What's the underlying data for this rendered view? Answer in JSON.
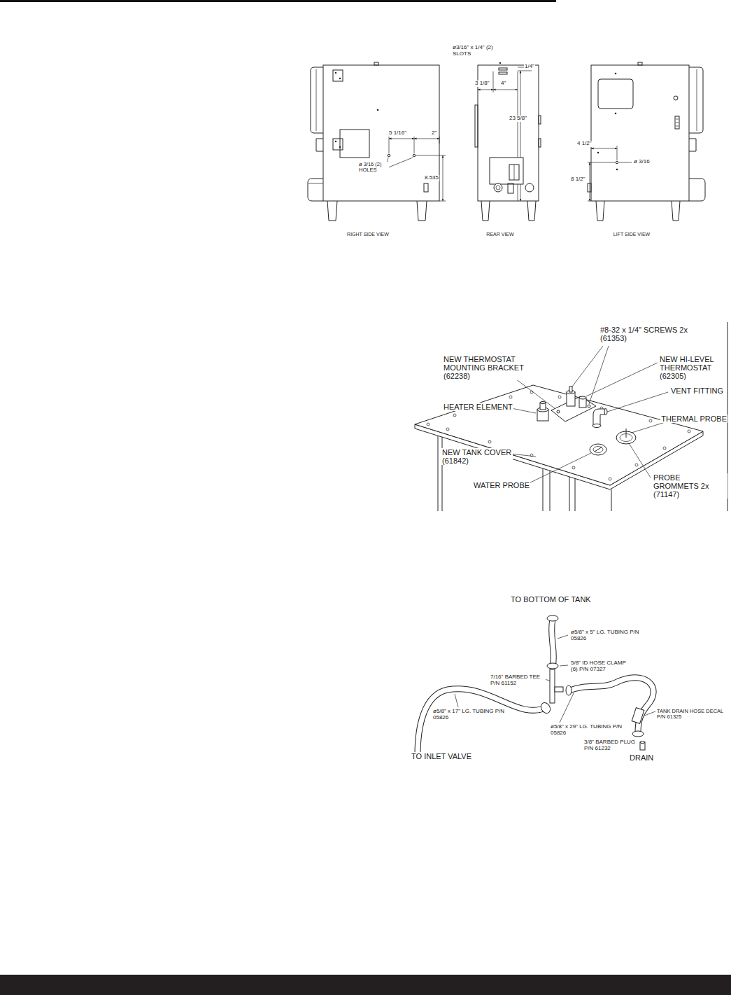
{
  "diagram": {
    "labels": [
      "ø3/16\" x 1/4\" (2) SLOTS",
      "1/4\"",
      "3 1/8\"",
      "4\"",
      "23 5/8\"",
      "5 1/16\"",
      "2\"",
      "ø 3/16 (2) HOLES",
      "8.535",
      "4 1/2\"",
      "ø 3/16",
      "8 1/2\"",
      "RIGHT SIDE VIEW",
      "REAR VIEW",
      "LIFT SIDE VIEW",
      "#8-32 x 1/4\" SCREWS 2x (61353)",
      "NEW THERMOSTAT MOUNTING BRACKET (62238)",
      "NEW HI-LEVEL THERMOSTAT (62305)",
      "VENT FITTING",
      "HEATER ELEMENT",
      "THERMAL PROBE",
      "NEW TANK COVER (61842)",
      "WATER PROBE",
      "PROBE GROMMETS 2x (71147)",
      "TO BOTTOM OF TANK",
      "ø5/8\" x 5\" LG. TUBING P/N 05826",
      "5/8\" ID HOSE CLAMP (6) P/N 07327",
      "7/16\" BARBED TEE P/N 61152",
      "TANK DRAIN HOSE DECAL P/N 61325",
      "ø5/8\" x 29\" LG. TUBING P/N 05826",
      "ø5/8\" x 17\" LG. TUBING P/N 05826",
      "3/8\" BARBED PLUG P/N 61232",
      "TO INLET VALVE",
      "DRAIN"
    ]
  }
}
